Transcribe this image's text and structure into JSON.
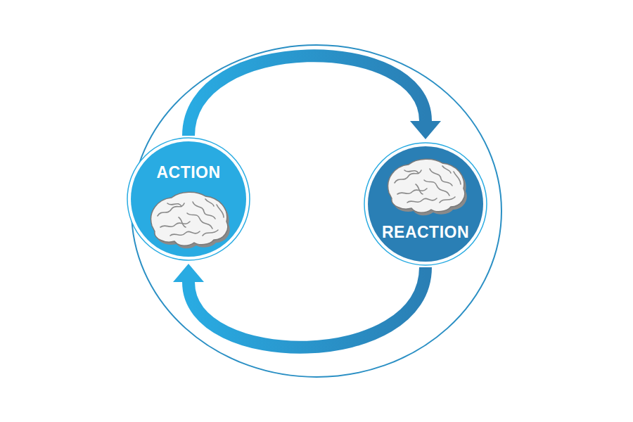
{
  "diagram": {
    "nodes": [
      {
        "text": [
          "ACTION"
        ]
      },
      {
        "text": [
          "REACTION"
        ]
      }
    ],
    "edges": [
      {
        "from": 0,
        "to": 1,
        "arrow": "to"
      },
      {
        "from": 1,
        "to": 0,
        "arrow": "to"
      }
    ]
  }
}
